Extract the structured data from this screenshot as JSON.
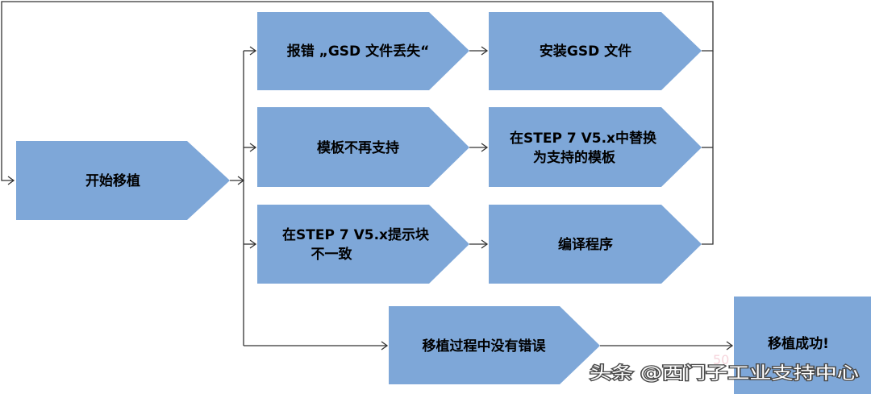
{
  "diagram": {
    "start": {
      "lines": [
        "开始移植"
      ]
    },
    "issues": [
      {
        "lines": [
          "报错 „GSD 文件丢失“"
        ]
      },
      {
        "lines": [
          "模板不再支持"
        ]
      },
      {
        "lines": [
          "在STEP 7 V5.x提示块",
          "不一致"
        ]
      }
    ],
    "fixes": [
      {
        "lines": [
          "安装GSD 文件"
        ]
      },
      {
        "lines": [
          "在STEP 7 V5.x中替换",
          "为支持的模板"
        ]
      },
      {
        "lines": [
          "编译程序"
        ]
      }
    ],
    "no_error": {
      "lines": [
        "移植过程中没有错误"
      ]
    },
    "success": {
      "lines": [
        "移植成功!"
      ]
    }
  },
  "watermark": {
    "text": "头条 @西门子工业支持中心",
    "faint_text": "50"
  },
  "colors": {
    "shape_fill": "#7ea7d8",
    "connector": "#333333",
    "text": "#000000"
  }
}
